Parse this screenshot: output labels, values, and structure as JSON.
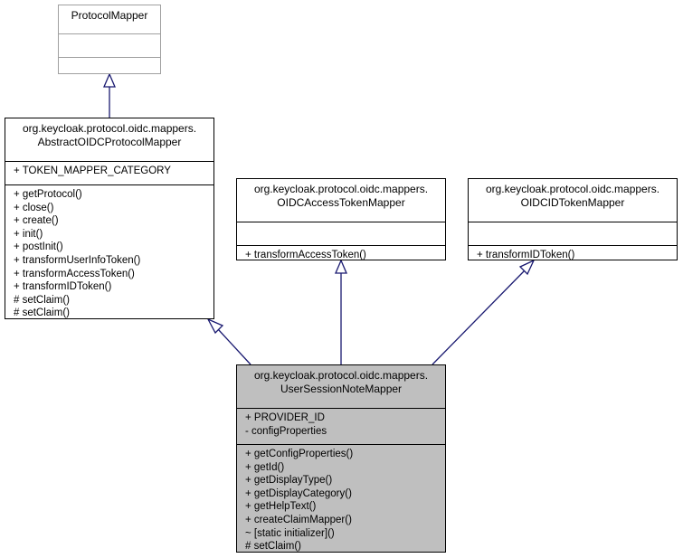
{
  "classes": {
    "protocol_mapper": {
      "title_lines": [
        "ProtocolMapper"
      ],
      "attributes": [],
      "methods": []
    },
    "abstract_oidc": {
      "title_lines": [
        "org.keycloak.protocol.oidc.mappers.",
        "AbstractOIDCProtocolMapper"
      ],
      "attributes": [
        "+ TOKEN_MAPPER_CATEGORY"
      ],
      "methods": [
        "+ getProtocol()",
        "+ close()",
        "+ create()",
        "+ init()",
        "+ postInit()",
        "+ transformUserInfoToken()",
        "+ transformAccessToken()",
        "+ transformIDToken()",
        "# setClaim()",
        "# setClaim()"
      ]
    },
    "access_token_mapper": {
      "title_lines": [
        "org.keycloak.protocol.oidc.mappers.",
        "OIDCAccessTokenMapper"
      ],
      "attributes": [],
      "methods": [
        "+ transformAccessToken()"
      ]
    },
    "idtoken_mapper": {
      "title_lines": [
        "org.keycloak.protocol.oidc.mappers.",
        "OIDCIDTokenMapper"
      ],
      "attributes": [],
      "methods": [
        "+ transformIDToken()"
      ]
    },
    "user_session_note_mapper": {
      "title_lines": [
        "org.keycloak.protocol.oidc.mappers.",
        "UserSessionNoteMapper"
      ],
      "attributes": [
        "+ PROVIDER_ID",
        "- configProperties"
      ],
      "methods": [
        "+ getConfigProperties()",
        "+ getId()",
        "+ getDisplayType()",
        "+ getDisplayCategory()",
        "+ getHelpText()",
        "+ createClaimMapper()",
        "~ [static initializer]()",
        "# setClaim()"
      ]
    }
  },
  "colors": {
    "edge": "#191970",
    "focus_fill": "#bfbfbf",
    "external_border": "#a0a0a0"
  }
}
